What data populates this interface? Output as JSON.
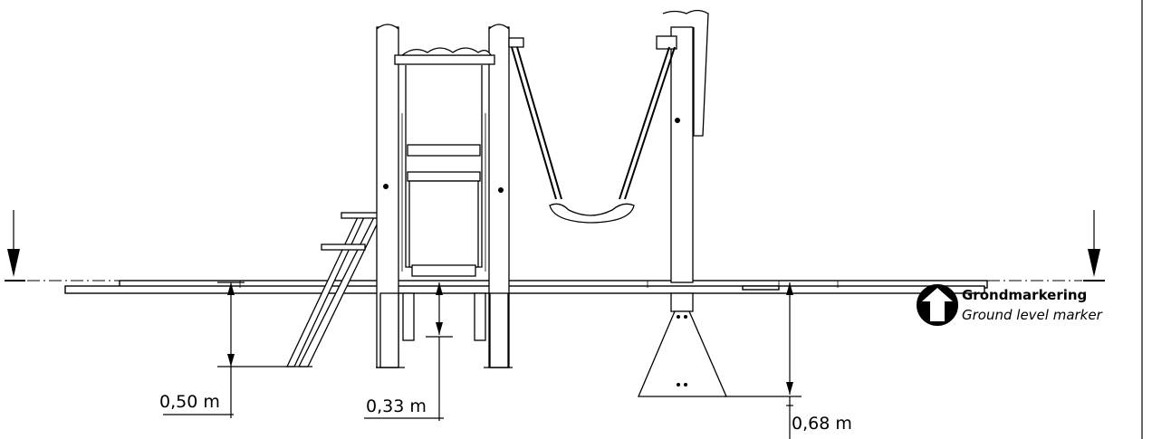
{
  "dimensions": [
    {
      "id": "dim-ladder",
      "label": "0,50 m",
      "value_m": 0.5
    },
    {
      "id": "dim-tower",
      "label": "0,33 m",
      "value_m": 0.33
    },
    {
      "id": "dim-swing",
      "label": "0,68 m",
      "value_m": 0.68
    }
  ],
  "ground_marker": {
    "title": "Grondmarkering",
    "subtitle": "Ground level marker",
    "icon": "ground-level-marker-icon"
  }
}
